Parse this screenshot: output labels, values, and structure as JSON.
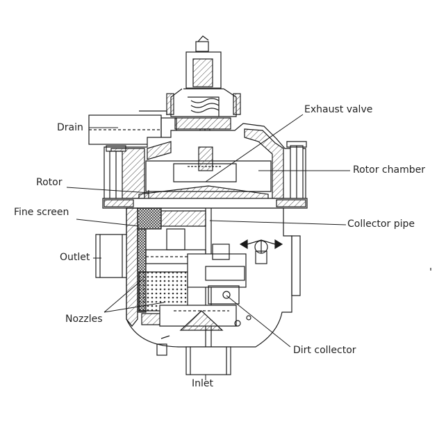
{
  "labels": {
    "drain": "Drain",
    "exhaust_valve": "Exhaust valve",
    "rotor": "Rotor",
    "rotor_chamber": "Rotor chamber",
    "fine_screen": "Fine screen",
    "collector_pipe": "Collector pipe",
    "outlet": "Outlet",
    "nozzles": "Nozzles",
    "dirt_collector": "Dirt collector",
    "inlet": "Inlet"
  },
  "colors": {
    "line": "#1a1a1a",
    "hatch": "#555555",
    "text": "#222222",
    "background": "#ffffff"
  }
}
